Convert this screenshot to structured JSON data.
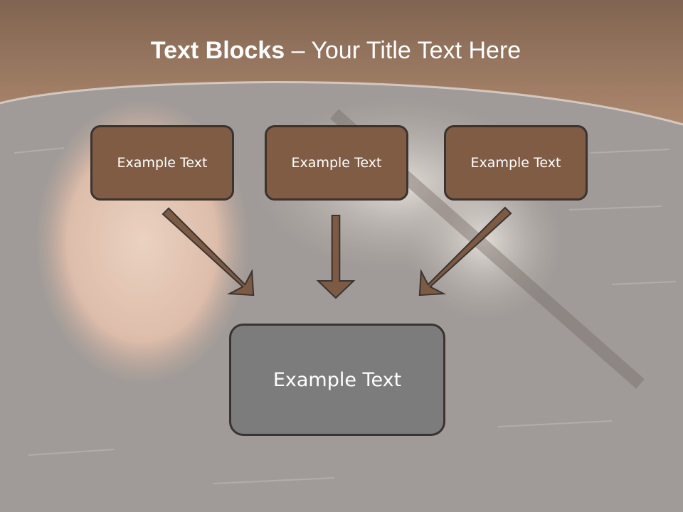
{
  "title": {
    "bold_part": "Text Blocks",
    "rest_part": " – Your Title Text Here"
  },
  "boxes": {
    "left": "Example Text",
    "center": "Example Text",
    "right": "Example Text",
    "bottom": "Example Text"
  },
  "colors": {
    "header_brown": "#7a5236",
    "box_brown": "#805c44",
    "box_gray": "#7c7c7c",
    "arrow_brown": "#7d5a44",
    "outline": "#3a3430"
  }
}
